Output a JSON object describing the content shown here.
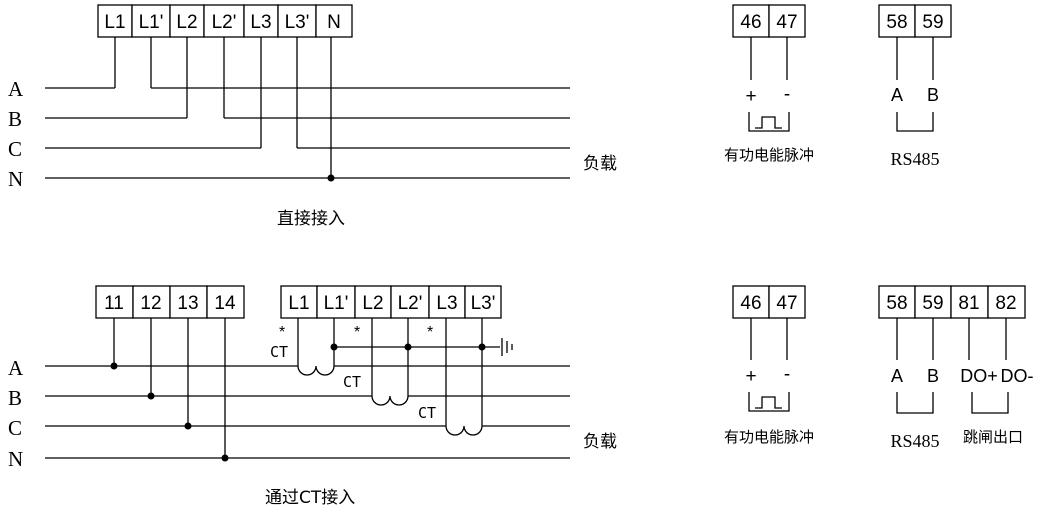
{
  "direct": {
    "terminals": [
      "L1",
      "L1'",
      "L2",
      "L2'",
      "L3",
      "L3'",
      "N"
    ],
    "phases": [
      "A",
      "B",
      "C",
      "N"
    ],
    "load_label": "负载",
    "caption": "直接接入"
  },
  "ct": {
    "voltage_terminals": [
      "11",
      "12",
      "13",
      "14"
    ],
    "current_terminals": [
      "L1",
      "L1'",
      "L2",
      "L2'",
      "L3",
      "L3'"
    ],
    "phases": [
      "A",
      "B",
      "C",
      "N"
    ],
    "polarity_mark": "*",
    "ct_labels": [
      "CT",
      "CT",
      "CT"
    ],
    "load_label": "负载",
    "caption": "通过CT接入"
  },
  "pulse_top": {
    "terminals": [
      "46",
      "47"
    ],
    "plus": "+",
    "minus": "-",
    "label": "有功电能脉冲"
  },
  "rs485_top": {
    "terminals": [
      "58",
      "59"
    ],
    "a": "A",
    "b": "B",
    "label": "RS485"
  },
  "pulse_bottom": {
    "terminals": [
      "46",
      "47"
    ],
    "plus": "+",
    "minus": "-",
    "label": "有功电能脉冲"
  },
  "rs485_bottom": {
    "terminals": [
      "58",
      "59",
      "81",
      "82"
    ],
    "a": "A",
    "b": "B",
    "do_plus": "DO+",
    "do_minus": "DO-",
    "label": "RS485",
    "trip_label": "跳闸出口"
  }
}
